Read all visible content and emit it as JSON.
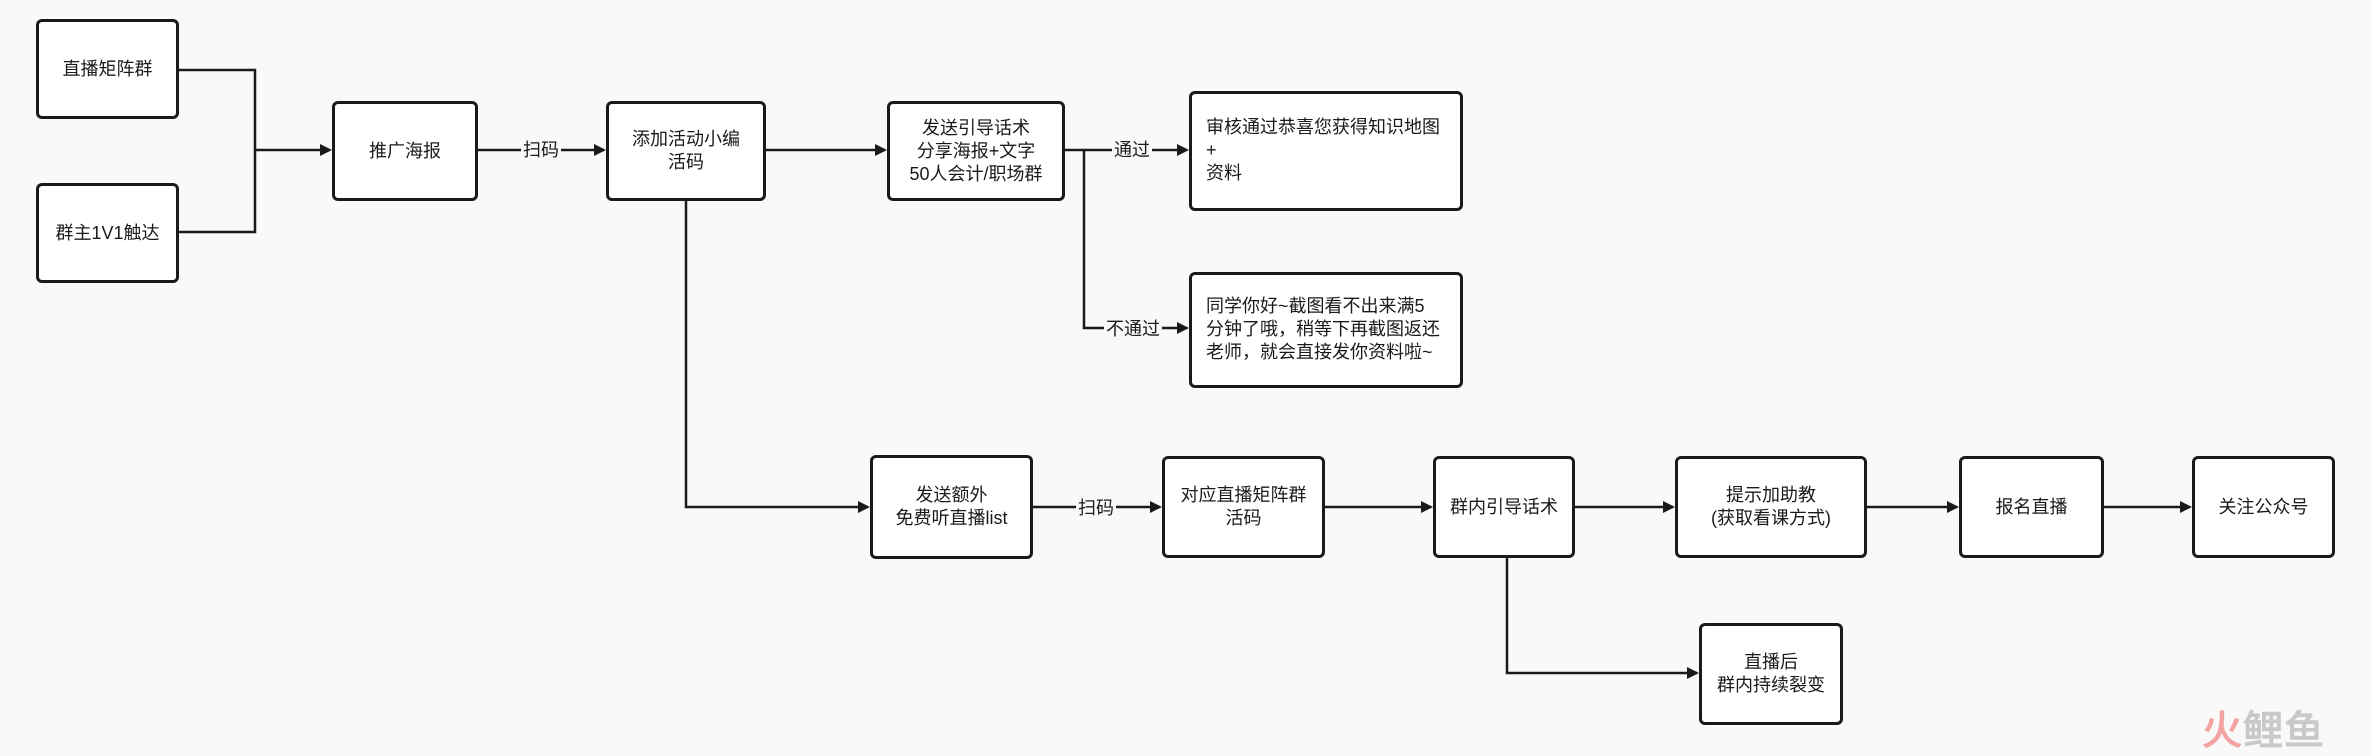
{
  "nodes": {
    "live_matrix": "直播矩阵群",
    "owner_1v1": "群主1V1触达",
    "poster": "推广海报",
    "add_editor": "添加活动小编\n活码",
    "guide_script": "发送引导话术\n分享海报+文字\n50人会计/职场群",
    "approved": "审核通过恭喜您获得知识地图\n+\n资料",
    "not_approved": "同学你好~截图看不出来满5\n分钟了哦，稍等下再截图返还\n老师，就会直接发你资料啦~",
    "free_list": "发送额外\n免费听直播list",
    "matrix_code": "对应直播矩阵群\n活码",
    "group_guide": "群内引导话术",
    "add_ta": "提示加助教\n(获取看课方式)",
    "register": "报名直播",
    "follow": "关注公众号",
    "after_live": "直播后\n群内持续裂变"
  },
  "edge_labels": {
    "scan_1": "扫码",
    "pass": "通过",
    "fail": "不通过",
    "scan_2": "扫码"
  },
  "watermark": {
    "part1": "火",
    "part2": "鲤鱼"
  }
}
